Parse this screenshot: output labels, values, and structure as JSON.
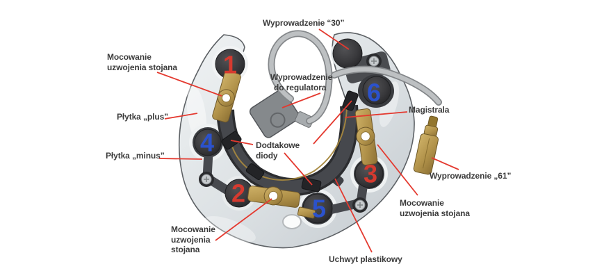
{
  "colors": {
    "background": "#ffffff",
    "leader_line": "#e4392f",
    "digit_red": "#d63a2f",
    "digit_blue": "#2b52cc",
    "label_text": "#3c3c3c",
    "plate": "#dce1e4",
    "plastic": "#45474d",
    "brass": "#b69850"
  },
  "numbers": {
    "diode1": "1",
    "diode2": "2",
    "diode3": "3",
    "diode4": "4",
    "diode5": "5",
    "diode6": "6"
  },
  "labels": {
    "terminal_30": {
      "line1": "Wyprowadzenie “30”"
    },
    "stator_mount_top_left": {
      "line1": "Mocowanie",
      "line2": "uzwojenia stojana"
    },
    "plate_plus": {
      "line1": "Płytka „plus”"
    },
    "plate_minus": {
      "line1": "Płytka „minus”"
    },
    "stator_mount_bottom_left": {
      "line1": "Mocowanie",
      "line2": "uzwojenia",
      "line3": "stojana"
    },
    "additional_diodes": {
      "line1": "Dodtakowe",
      "line2": "diody"
    },
    "regulator_lead": {
      "line1": "Wyprowadzenie",
      "line2": "do regulatora"
    },
    "magistrala": {
      "line1": "Magistrala"
    },
    "terminal_61": {
      "line1": "Wyprowadzenie „61”"
    },
    "stator_mount_right": {
      "line1": "Mocowanie",
      "line2": "uzwojenia stojana"
    },
    "plastic_holder": {
      "line1": "Uchwyt plastikowy"
    }
  }
}
